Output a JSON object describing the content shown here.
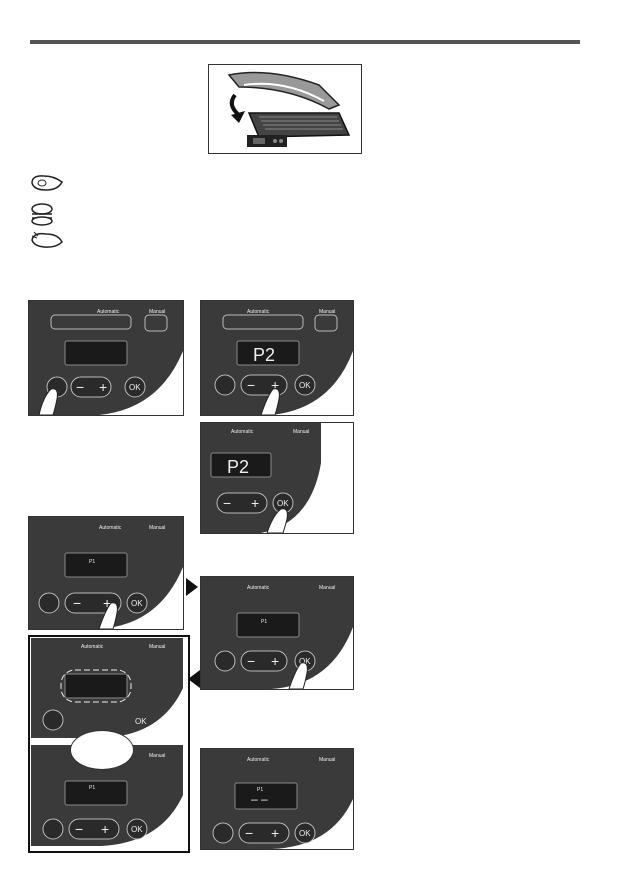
{
  "panel": {
    "automatic_label": "Automatic",
    "manual_label": "Manual",
    "minus_label": "−",
    "plus_label": "+",
    "ok_label": "OK",
    "program_code": "P2",
    "program_small": "P1",
    "dash_display": "– –"
  },
  "food_icons": [
    "steak-icon",
    "burger-icon",
    "chicken-icon"
  ],
  "colors": {
    "panel_dark": "#3a3a3a",
    "display": "#1a1a1a",
    "button": "#2a2a2a"
  }
}
